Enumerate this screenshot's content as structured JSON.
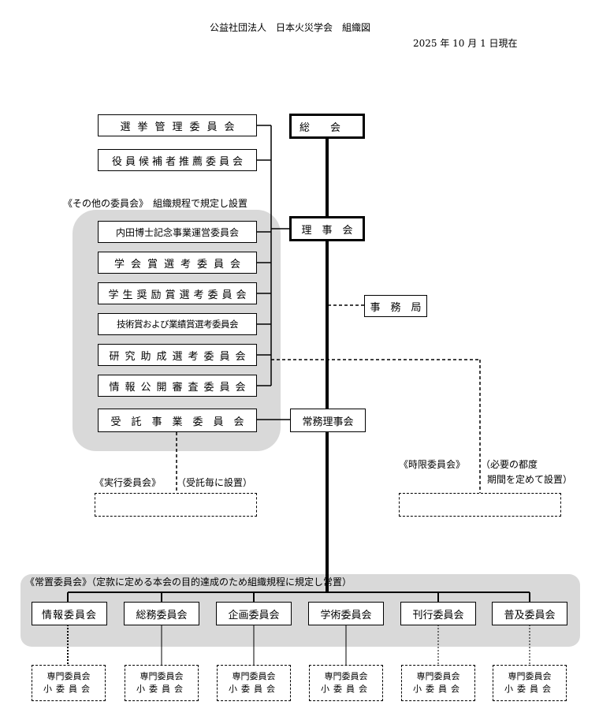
{
  "header": {
    "title": "公益社団法人　日本火災学会　組織図",
    "date": "2025 年 10 月 1 日現在"
  },
  "top": {
    "general_assembly": "総　　会",
    "board": "理　事　会",
    "secretariat": "事　務　局",
    "executive_board": "常務理事会"
  },
  "left_committees": {
    "election": "選挙管理委員会",
    "nomination": "役員候補者推薦委員会",
    "other_caption": "《その他の委員会》　組織規程で規定し設置",
    "others": [
      "内田博士記念事業運営委員会",
      "学会賞選考委員会",
      "学生奨励賞選考委員会",
      "技術賞および業績賞選考委員会",
      "研究助成選考委員会",
      "情報公開審査委員会",
      "受託事業委員会"
    ]
  },
  "execution": {
    "label": "《実行委員会》",
    "note": "（受託毎に設置）"
  },
  "time_limited": {
    "label": "《時限委員会》",
    "note_line1": "（必要の都度",
    "note_line2": "期間を定めて設置）"
  },
  "standing": {
    "caption": "《常置委員会》（定款に定める本会の目的達成のため組織規程に規定し常置）",
    "committees": [
      "情報委員会",
      "総務委員会",
      "企画委員会",
      "学術委員会",
      "刊行委員会",
      "普及委員会"
    ],
    "sub_line1": "専門委員会",
    "sub_line2": "小委員会"
  }
}
